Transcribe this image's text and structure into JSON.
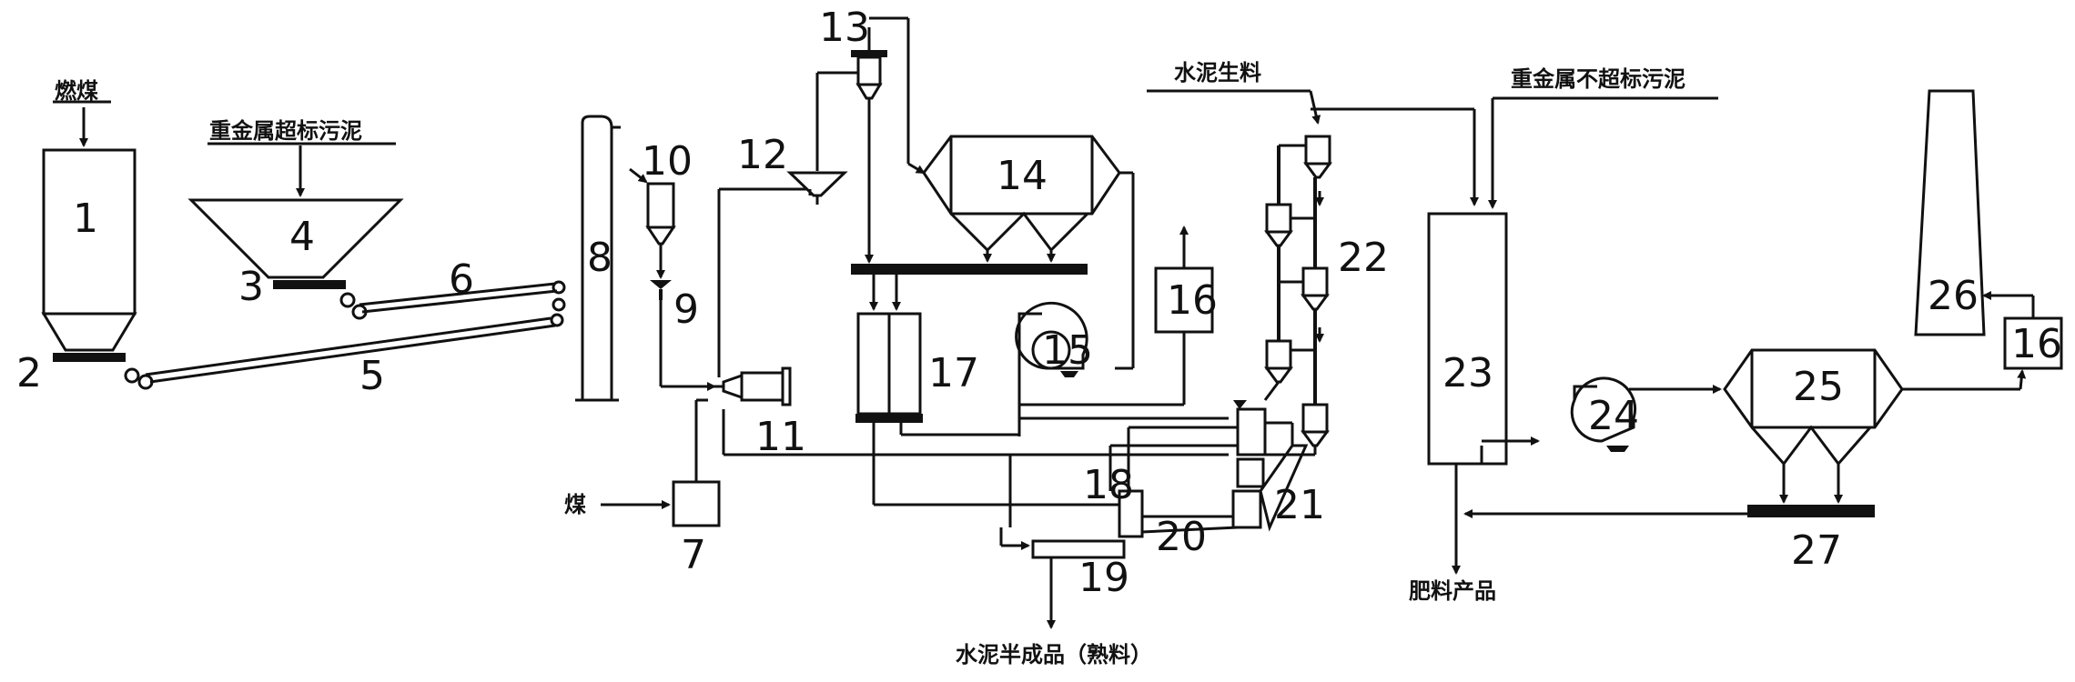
{
  "labels": {
    "coal_top": "燃煤",
    "sludge_over": "重金属超标污泥",
    "coal_left": "煤",
    "raw_meal": "水泥生料",
    "sludge_ok": "重金属不超标污泥",
    "fertilizer": "肥料产品",
    "clinker": "水泥半成品（熟料）"
  },
  "numbers": [
    "1",
    "2",
    "3",
    "4",
    "5",
    "6",
    "7",
    "8",
    "9",
    "10",
    "11",
    "12",
    "13",
    "14",
    "15",
    "16",
    "17",
    "18",
    "19",
    "20",
    "21",
    "22",
    "23",
    "24",
    "25",
    "26",
    "27",
    "16"
  ]
}
